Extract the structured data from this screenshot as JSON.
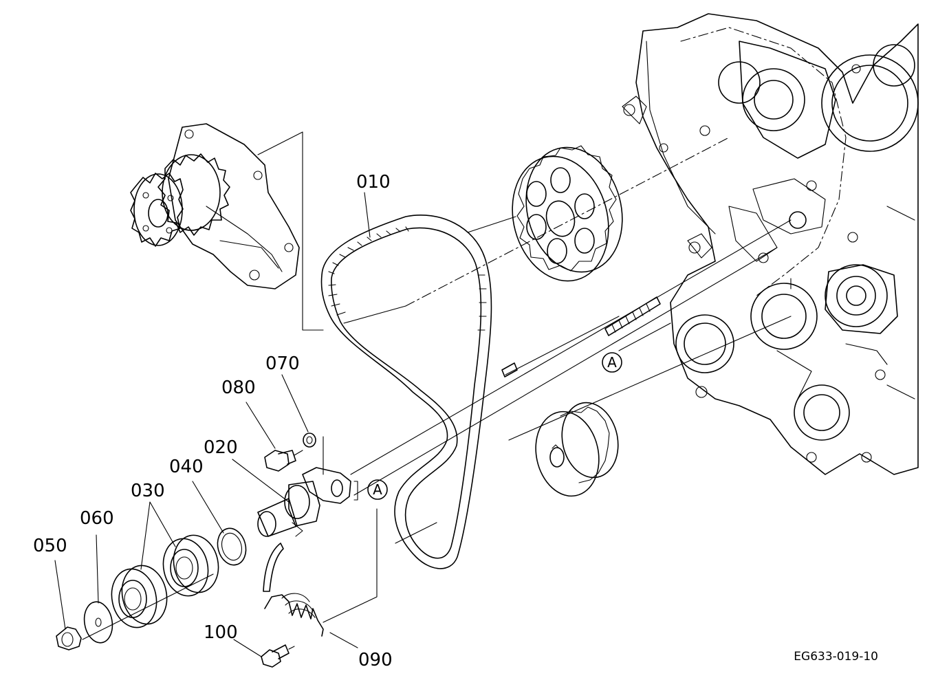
{
  "callouts": [
    {
      "id": "010",
      "label": "010"
    },
    {
      "id": "020",
      "label": "020"
    },
    {
      "id": "030",
      "label": "030"
    },
    {
      "id": "040",
      "label": "040"
    },
    {
      "id": "050",
      "label": "050"
    },
    {
      "id": "060",
      "label": "060"
    },
    {
      "id": "070",
      "label": "070"
    },
    {
      "id": "080",
      "label": "080"
    },
    {
      "id": "090",
      "label": "090"
    },
    {
      "id": "100",
      "label": "100"
    }
  ],
  "reference_marks": [
    {
      "id": "a-upper",
      "label": "A"
    },
    {
      "id": "a-lower",
      "label": "A"
    }
  ],
  "drawing_code": "EG633-019-10"
}
